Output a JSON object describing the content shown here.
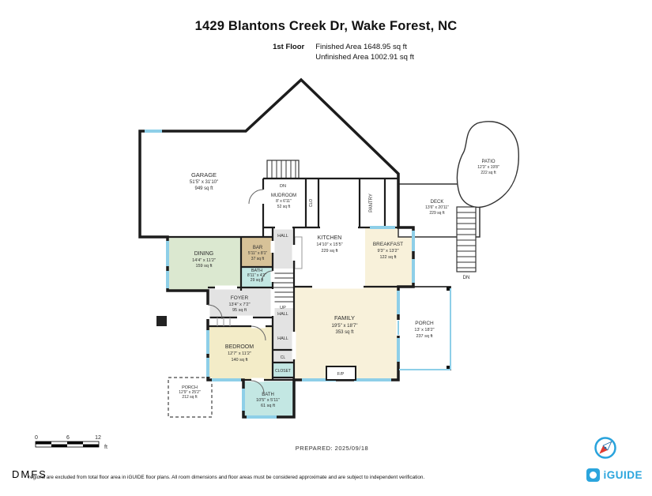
{
  "header": {
    "title": "1429 Blantons Creek Dr, Wake Forest, NC",
    "floor_label": "1st Floor",
    "finished": "Finished Area 1648.95 sq ft",
    "unfinished": "Unfinished Area 1002.91 sq ft"
  },
  "rooms": {
    "garage": {
      "name": "GARAGE",
      "dims": "51'5\" x 31'10\"",
      "area": "949 sq ft"
    },
    "mudroom": {
      "name": "MUDROOM",
      "dims": "8' x 6'11\"",
      "area": "52 sq ft"
    },
    "kitchen": {
      "name": "KITCHEN",
      "dims": "14'10\" x 15'5\"",
      "area": "229 sq ft"
    },
    "breakfast": {
      "name": "BREAKFAST",
      "dims": "9'3\" x 13'2\"",
      "area": "122 sq ft"
    },
    "deck": {
      "name": "DECK",
      "dims": "13'6\" x 20'11\"",
      "area": "229 sq ft"
    },
    "patio": {
      "name": "PATIO",
      "dims": "12'3\" x 19'8\"",
      "area": "222 sq ft"
    },
    "bar": {
      "name": "BAR",
      "dims": "5'11\" x 8'1\"",
      "area": "37 sq ft"
    },
    "dining": {
      "name": "DINING",
      "dims": "14'4\" x 11'2\"",
      "area": "159 sq ft"
    },
    "bath1": {
      "name": "BATH",
      "dims": "8'11\" x 4'1\"",
      "area": "29 sq ft"
    },
    "foyer": {
      "name": "FOYER",
      "dims": "13'4\" x 7'2\"",
      "area": "95 sq ft"
    },
    "family": {
      "name": "FAMILY",
      "dims": "19'5\" x 18'7\"",
      "area": "353 sq ft"
    },
    "porch_right": {
      "name": "PORCH",
      "dims": "13' x 18'2\"",
      "area": "237 sq ft"
    },
    "bedroom": {
      "name": "BEDROOM",
      "dims": "12'7\" x 11'2\"",
      "area": "140 sq ft"
    },
    "bath2": {
      "name": "BATH",
      "dims": "10'5\" x 5'11\"",
      "area": "61 sq ft"
    },
    "porch_left": {
      "name": "PORCH",
      "dims": "12'9\" x 25'2\"",
      "area": "212 sq ft"
    }
  },
  "labels": {
    "hall": "HALL",
    "up": "UP",
    "dn": "DN",
    "cl": "CL",
    "closet": "CLOSET",
    "clo": "CLO",
    "pantry": "PANTRY",
    "fp": "F/P"
  },
  "scale": {
    "t0": "0",
    "t1": "6",
    "t2": "12",
    "unit": "ft"
  },
  "footer": {
    "prepared": "PREPARED: 2025/09/18",
    "watermark": "DMFS",
    "disclaimer": "regions are excluded from total floor area in iGUIDE floor plans. All room dimensions and floor areas must be considered approximate and are subject to independent verification.",
    "brand": "iGUIDE"
  },
  "colors": {
    "accent": "#2ba5dd",
    "window": "#8ecfe8",
    "wall": "#1c1c1c"
  }
}
